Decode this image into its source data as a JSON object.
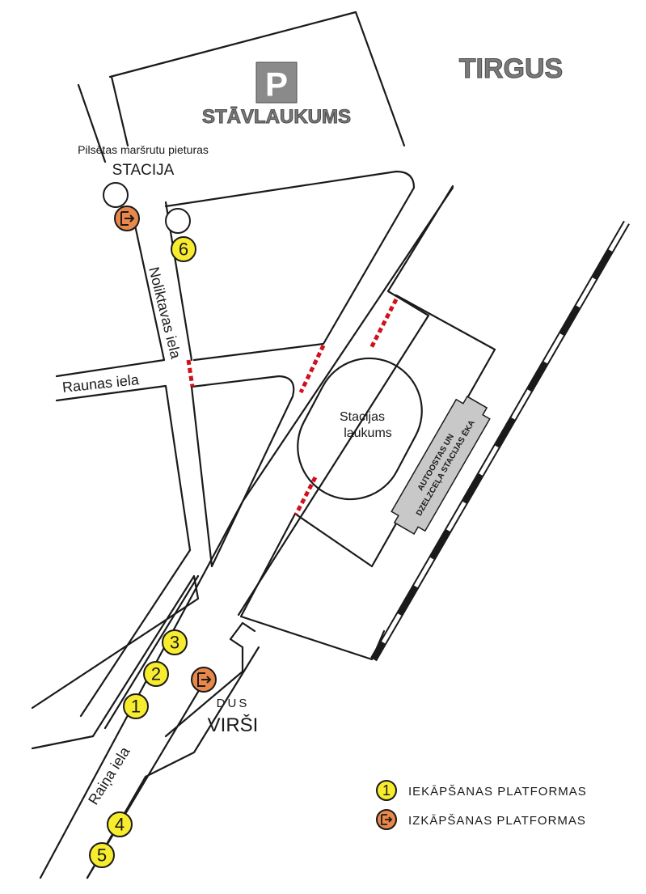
{
  "labels": {
    "market": "TIRGUS",
    "parking_letter": "P",
    "parking": "STĀVLAUKUMS",
    "city_stops_caption": "Pilsētas maršrutu pieturas",
    "city_stops_name": "STACIJA",
    "street_noliktavas": "Noliktavas iela",
    "street_raunas": "Raunas iela",
    "street_raina": "Raiņa iela",
    "square_line1": "Stacijas",
    "square_line2": "laukums",
    "building_line1": "AUTOOSTAS UN",
    "building_line2": "DZELZCEĻA STACIJAS ĒKA",
    "fuel_brand_top": "DUS",
    "fuel_brand": "VIRŠI"
  },
  "platforms": {
    "p1": "1",
    "p2": "2",
    "p3": "3",
    "p4": "4",
    "p5": "5",
    "p6": "6"
  },
  "legend": {
    "boarding_number": "1",
    "boarding_label": "IEKĀPŠANAS  PLATFORMAS",
    "alighting_label": "IZKĀPŠANAS  PLATFORMAS"
  },
  "icons": {
    "boarding": "yellow-number-circle",
    "alighting": "exit-arrow-icon",
    "parking": "parking-sign-icon",
    "bus_stop": "bus-stop-circle"
  },
  "colors": {
    "boarding": "#f7ec2e",
    "alighting": "#e9884a",
    "crossing": "#d2101d",
    "building": "#c8c8c8",
    "railway": "#1a1a1a"
  }
}
